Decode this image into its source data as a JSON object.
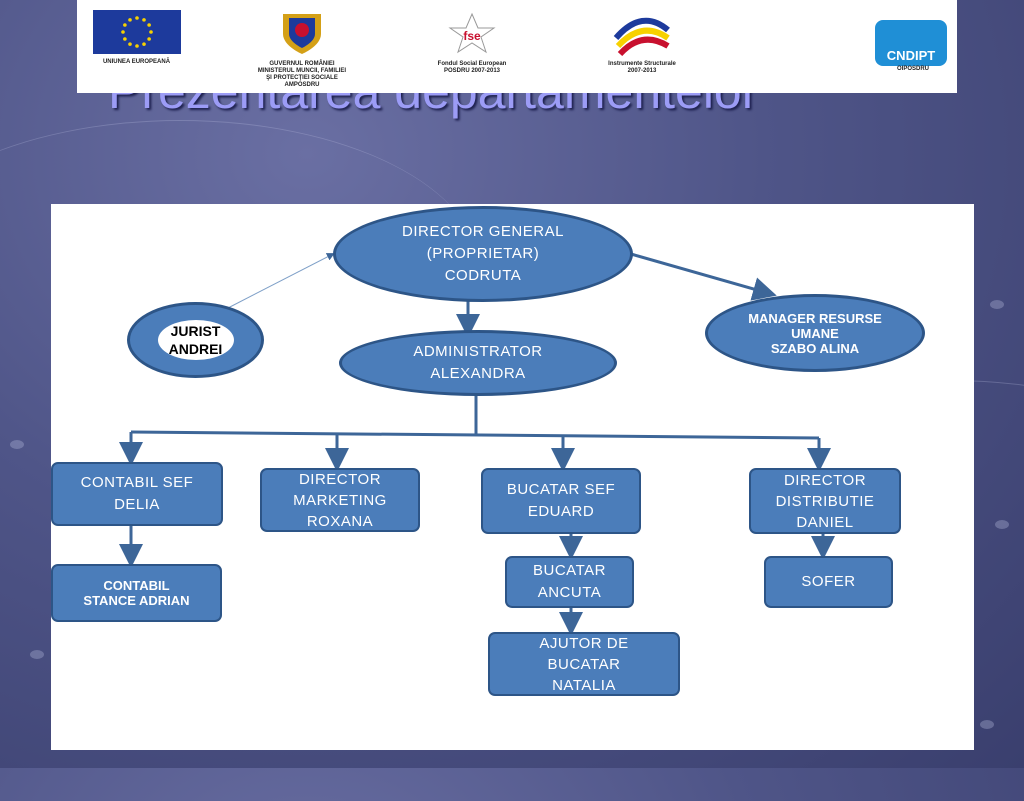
{
  "slide": {
    "title": "Prezentarea departamentelor"
  },
  "logos": [
    {
      "name": "eu-flag",
      "caption": [
        "UNIUNEA EUROPEANĂ"
      ]
    },
    {
      "name": "romania-coat-of-arms",
      "caption": [
        "GUVERNUL ROMÂNIEI",
        "MINISTERUL MUNCII, FAMILIEI",
        "ŞI PROTECŢIEI SOCIALE",
        "AMPOSDRU"
      ]
    },
    {
      "name": "fse",
      "caption": [
        "Fondul Social European",
        "POSDRU 2007-2013"
      ],
      "mark": "fse"
    },
    {
      "name": "instrumente-structurale",
      "caption": [
        "Instrumente Structurale",
        "2007-2013"
      ]
    },
    {
      "name": "cndipt",
      "caption": [
        "OIPOSDRU"
      ],
      "mark": "CNDIPT"
    }
  ],
  "org_chart": {
    "director_general": [
      "DIRECTOR GENERAL",
      "(PROPRIETAR)",
      "CODRUTA"
    ],
    "jurist": [
      "JURIST",
      "ANDREI"
    ],
    "manager_hr": [
      "MANAGER RESURSE",
      "UMANE",
      "SZABO ALINA"
    ],
    "administrator": [
      "ADMINISTRATOR",
      "ALEXANDRA"
    ],
    "contabil_sef": [
      "CONTABIL SEF",
      "DELIA"
    ],
    "director_marketing": [
      "DIRECTOR",
      "MARKETING",
      "ROXANA"
    ],
    "bucatar_sef": [
      "BUCATAR SEF",
      "EDUARD"
    ],
    "director_distributie": [
      "DIRECTOR",
      "DISTRIBUTIE",
      "DANIEL"
    ],
    "contabil": [
      "CONTABIL",
      "STANCE ADRIAN"
    ],
    "bucatar": [
      "BUCATAR",
      "ANCUTA"
    ],
    "sofer": [
      "SOFER"
    ],
    "ajutor_bucatar": [
      "AJUTOR DE",
      "BUCATAR",
      "NATALIA"
    ]
  },
  "colors": {
    "node_fill": "#4b7dba",
    "node_border": "#2d5587",
    "connector": "#3d6698",
    "title": "#9c9cf6"
  }
}
